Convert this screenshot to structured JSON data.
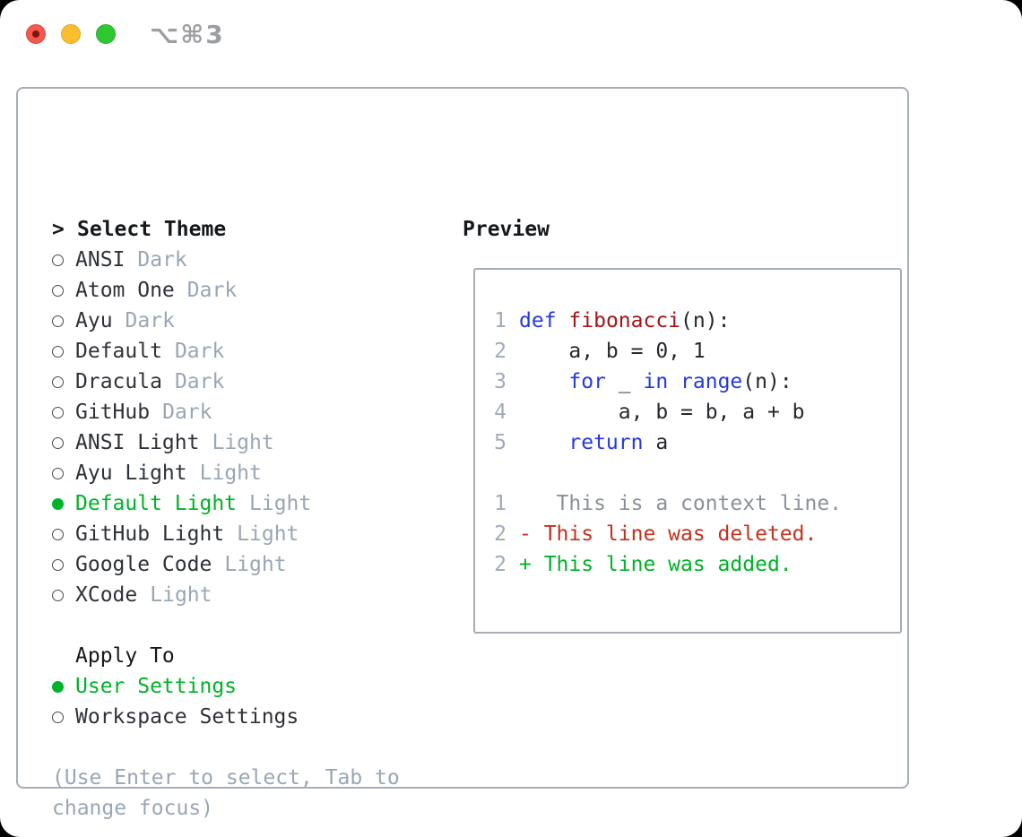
{
  "window": {
    "shortcut": "⌥⌘3",
    "traffic_lights": [
      {
        "name": "close"
      },
      {
        "name": "minimize"
      },
      {
        "name": "zoom"
      }
    ]
  },
  "theme_panel": {
    "title_prefix": ">",
    "title": "Select Theme",
    "items": [
      {
        "name": "ANSI",
        "variant": "Dark",
        "selected": false
      },
      {
        "name": "Atom One",
        "variant": "Dark",
        "selected": false
      },
      {
        "name": "Ayu",
        "variant": "Dark",
        "selected": false
      },
      {
        "name": "Default",
        "variant": "Dark",
        "selected": false
      },
      {
        "name": "Dracula",
        "variant": "Dark",
        "selected": false
      },
      {
        "name": "GitHub",
        "variant": "Dark",
        "selected": false
      },
      {
        "name": "ANSI Light",
        "variant": "Light",
        "selected": false
      },
      {
        "name": "Ayu Light",
        "variant": "Light",
        "selected": false
      },
      {
        "name": "Default Light",
        "variant": "Light",
        "selected": true
      },
      {
        "name": "GitHub Light",
        "variant": "Light",
        "selected": false
      },
      {
        "name": "Google Code",
        "variant": "Light",
        "selected": false
      },
      {
        "name": "XCode",
        "variant": "Light",
        "selected": false
      }
    ],
    "apply_to": {
      "title": "Apply To",
      "options": [
        {
          "label": "User Settings",
          "selected": true
        },
        {
          "label": "Workspace Settings",
          "selected": false
        }
      ]
    },
    "hint": "(Use Enter to select, Tab to change focus)"
  },
  "preview": {
    "title": "Preview",
    "code_lines": [
      {
        "num": "1",
        "tokens": [
          {
            "t": "def",
            "c": "keyword"
          },
          {
            "t": " ",
            "c": "plain"
          },
          {
            "t": "fibonacci",
            "c": "function"
          },
          {
            "t": "(n):",
            "c": "plain"
          }
        ]
      },
      {
        "num": "2",
        "tokens": [
          {
            "t": "    a, b = 0, 1",
            "c": "plain"
          }
        ]
      },
      {
        "num": "3",
        "tokens": [
          {
            "t": "    ",
            "c": "plain"
          },
          {
            "t": "for",
            "c": "keyword"
          },
          {
            "t": " _ ",
            "c": "plain"
          },
          {
            "t": "in",
            "c": "keyword"
          },
          {
            "t": " ",
            "c": "plain"
          },
          {
            "t": "range",
            "c": "keyword"
          },
          {
            "t": "(n):",
            "c": "plain"
          }
        ]
      },
      {
        "num": "4",
        "tokens": [
          {
            "t": "        a, b = b, a + b",
            "c": "plain"
          }
        ]
      },
      {
        "num": "5",
        "tokens": [
          {
            "t": "    ",
            "c": "plain"
          },
          {
            "t": "return",
            "c": "keyword"
          },
          {
            "t": " a",
            "c": "plain"
          }
        ]
      }
    ],
    "diff_lines": [
      {
        "num": "1",
        "kind": "context",
        "text": "   This is a context line."
      },
      {
        "num": "2",
        "kind": "deleted",
        "text": "- This line was deleted."
      },
      {
        "num": "2",
        "kind": "added",
        "text": "+ This line was added."
      }
    ]
  },
  "colors": {
    "accent_green": "#00b228",
    "keyword_blue": "#2438e0",
    "function_red": "#a31515",
    "deleted_red": "#c5301c",
    "context_gray": "#8b9199",
    "muted_gray": "#9aa6b4",
    "text_dark": "#24292e",
    "border_gray": "#a6adb8",
    "gutter_gray": "#a0aabb",
    "traffic_red": "#f4594f",
    "traffic_yellow": "#fcbd2f",
    "traffic_green": "#30c735"
  }
}
